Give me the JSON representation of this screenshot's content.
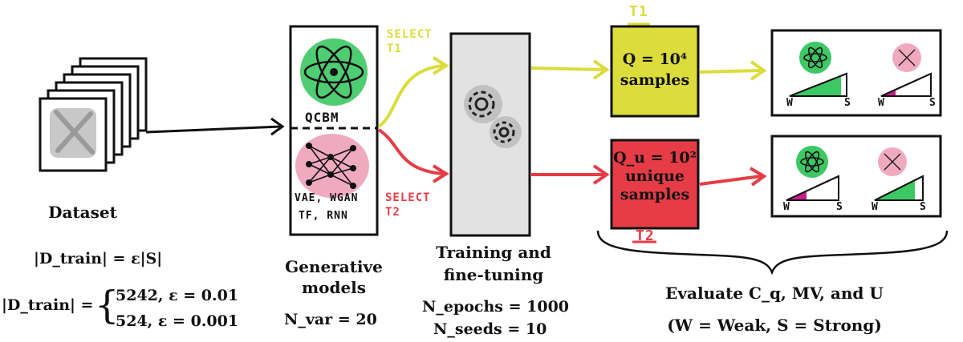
{
  "dataset": {
    "title": "Dataset",
    "eq_main": "|D_train| = ε|S|",
    "eq_cases_lhs": "|D_train| =",
    "case1": "5242, ε = 0.01",
    "case2": "524, ε = 0.001"
  },
  "models": {
    "top_label": "QCBM",
    "bottom_label_1": "VAE, WGAN",
    "bottom_label_2": "TF, RNN",
    "caption_1": "Generative",
    "caption_2": "models",
    "param": "N_var = 20"
  },
  "select": {
    "t1": "SELECT T1",
    "t2": "SELECT T2"
  },
  "training": {
    "caption_1": "Training and",
    "caption_2": "fine-tuning",
    "param_1": "N_epochs = 1000",
    "param_2": "N_seeds = 10"
  },
  "sampling": {
    "t1_tag": "T1",
    "t2_tag": "T2",
    "q_line1": "Q = 10⁴",
    "q_line2": "samples",
    "qu_line1": "Q_u = 10²",
    "qu_line2": "unique",
    "qu_line3": "samples"
  },
  "evaluation": {
    "w": "W",
    "s": "S",
    "caption_1": "Evaluate C_q, MV, and U",
    "caption_2": "(W = Weak, S = Strong)"
  },
  "colors": {
    "yellow": "#dcdc3c",
    "red": "#e63c46",
    "green": "#3cc864",
    "pink": "#f0aac0",
    "magenta": "#c81e8c",
    "gray": "#d2d2d2"
  }
}
